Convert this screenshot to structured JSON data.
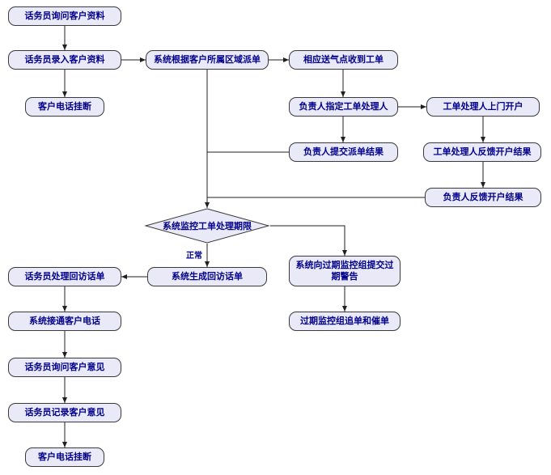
{
  "colors": {
    "node_fill": "#e9e9f7",
    "node_border": "#3a3a3a",
    "text_color": "#00008b",
    "line_color": "#1f1f1f"
  },
  "diagram": {
    "type": "flowchart",
    "edge_labels": {
      "normal": "正常"
    },
    "nodes": [
      {
        "id": "ask-customer-info",
        "label": "话务员询问客户资料"
      },
      {
        "id": "enter-customer-info",
        "label": "话务员录入客户资料"
      },
      {
        "id": "hangup-top",
        "label": "客户电话挂断"
      },
      {
        "id": "dispatch-by-region",
        "label": "系统根据客户所属区域派单"
      },
      {
        "id": "station-receives-order",
        "label": "相应送气点收到工单"
      },
      {
        "id": "assign-handler",
        "label": "负责人指定工单处理人"
      },
      {
        "id": "submit-dispatch-result",
        "label": "负责人提交派单结果"
      },
      {
        "id": "handler-onsite-open",
        "label": "工单处理人上门开户"
      },
      {
        "id": "handler-feedback-result",
        "label": "工单处理人反馈开户结果"
      },
      {
        "id": "leader-feedback-result",
        "label": "负责人反馈开户结果"
      },
      {
        "id": "monitor-deadline",
        "label": "系统监控工单处理期限"
      },
      {
        "id": "handle-callback-sheet",
        "label": "话务员处理回访话单"
      },
      {
        "id": "generate-callback-sheet",
        "label": "系统生成回访话单"
      },
      {
        "id": "submit-overdue-warning",
        "label": "系统向过期监控组提交过期警告"
      },
      {
        "id": "overdue-chase",
        "label": "过期监控组追单和催单"
      },
      {
        "id": "connect-customer-call",
        "label": "系统接通客户电话"
      },
      {
        "id": "ask-customer-opinion",
        "label": "话务员询问客户意见"
      },
      {
        "id": "record-customer-opinion",
        "label": "话务员记录客户意见"
      },
      {
        "id": "hangup-bottom",
        "label": "客户电话挂断"
      }
    ]
  }
}
